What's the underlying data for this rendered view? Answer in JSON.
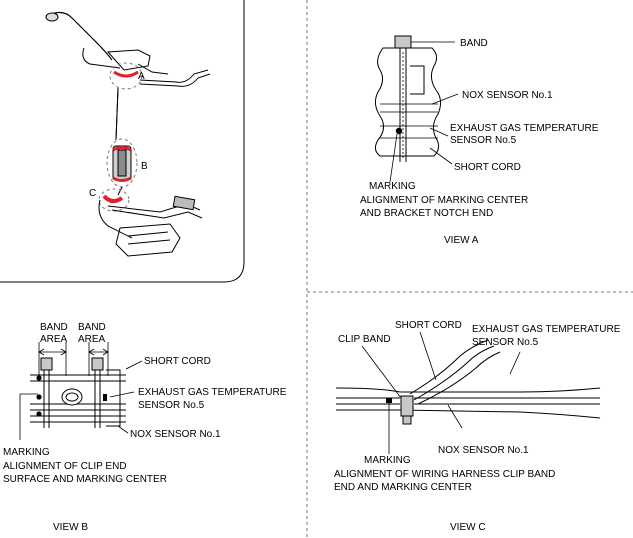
{
  "overview": {
    "callouts": [
      "A",
      "B",
      "C"
    ]
  },
  "view_a": {
    "title": "VIEW A",
    "labels": {
      "band": "BAND",
      "nox": "NOX SENSOR No.1",
      "egt_1": "EXHAUST GAS TEMPERATURE",
      "egt_2": "SENSOR No.5",
      "short_cord": "SHORT CORD",
      "marking": "MARKING",
      "align_1": "ALIGNMENT OF MARKING CENTER",
      "align_2": "AND BRACKET NOTCH END"
    }
  },
  "view_b": {
    "title": "VIEW B",
    "labels": {
      "band_1": "BAND",
      "area_1": "AREA",
      "band_2": "BAND",
      "area_2": "AREA",
      "short_cord": "SHORT CORD",
      "egt_1": "EXHAUST GAS TEMPERATURE",
      "egt_2": "SENSOR No.5",
      "nox": "NOX SENSOR No.1",
      "marking": "MARKING",
      "align_1": "ALIGNMENT OF CLIP END",
      "align_2": "SURFACE AND MARKING CENTER"
    }
  },
  "view_c": {
    "title": "VIEW C",
    "labels": {
      "short_cord": "SHORT CORD",
      "egt_1": "EXHAUST GAS TEMPERATURE",
      "egt_2": "SENSOR No.5",
      "clip_band": "CLIP BAND",
      "nox": "NOX SENSOR No.1",
      "marking": "MARKING",
      "align_1": "ALIGNMENT OF WIRING HARNESS CLIP BAND",
      "align_2": "END AND MARKING CENTER"
    }
  },
  "colors": {
    "highlight": "#e0202a",
    "part_fill": "#c8c8c8",
    "dark_fill": "#5a5a5a"
  }
}
